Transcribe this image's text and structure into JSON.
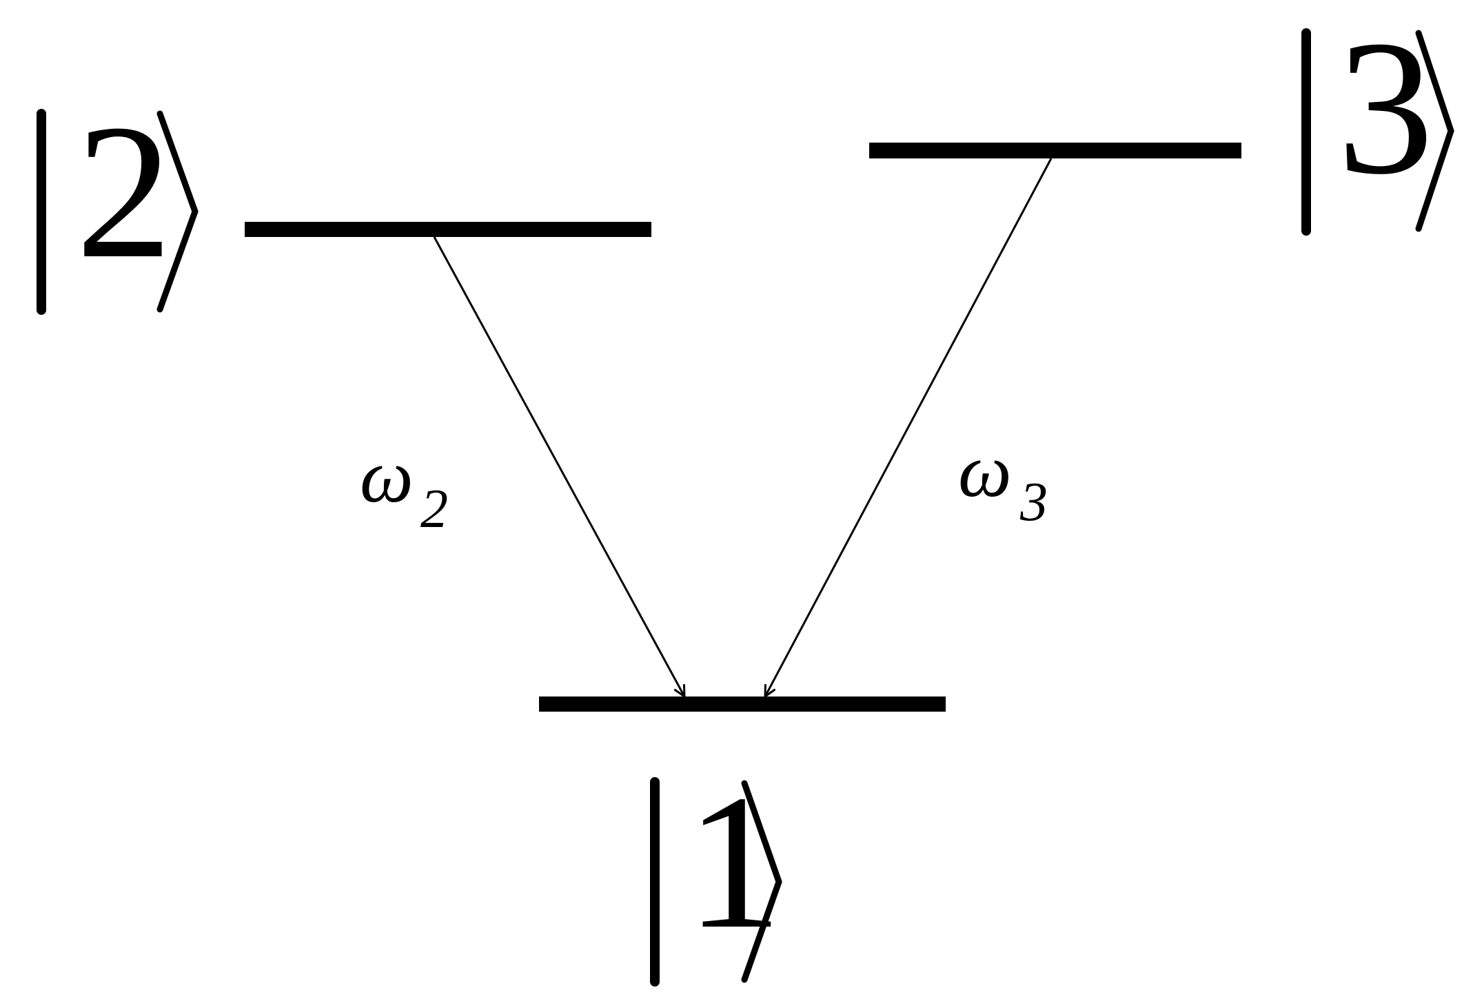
{
  "levels": {
    "level_1": {
      "number": "1"
    },
    "level_2": {
      "number": "2"
    },
    "level_3": {
      "number": "3"
    }
  },
  "transitions": {
    "t2": {
      "symbol": "ω",
      "subscript": "2"
    },
    "t3": {
      "symbol": "ω",
      "subscript": "3"
    }
  }
}
